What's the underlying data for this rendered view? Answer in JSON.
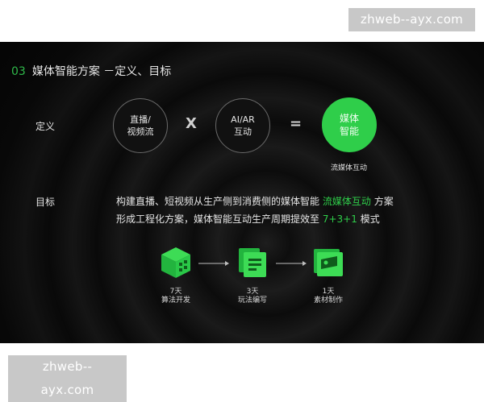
{
  "watermark": {
    "top": "zhweb--ayx.com",
    "bottom": "zhweb--ayx.com"
  },
  "slide": {
    "section_number": "03",
    "title": "媒体智能方案 －定义、目标",
    "definition_label": "定义",
    "formula": {
      "term1": "直播/\n视频流",
      "operator1": "X",
      "term2": "AI/AR\n互动",
      "operator2": "=",
      "result": "媒体\n智能",
      "result_caption": "流媒体互动"
    },
    "goal_label": "目标",
    "goal": {
      "line1_prefix": "构建直播、短视频从生产侧到消费侧的媒体智能",
      "line1_highlight": "流媒体互动",
      "line1_suffix": "方案",
      "line2_prefix": "形成工程化方案，媒体智能互动生产周期提效至",
      "line2_highlight": "7+3+1",
      "line2_suffix": "模式"
    },
    "steps": [
      {
        "days": "7天",
        "name": "算法开发",
        "icon": "cube-icon"
      },
      {
        "days": "3天",
        "name": "玩法编写",
        "icon": "document-icon"
      },
      {
        "days": "1天",
        "name": "素材制作",
        "icon": "media-card-icon"
      }
    ],
    "colors": {
      "accent": "#2fce4a",
      "background": "#0b0b0b",
      "text": "#e6e6e6"
    }
  }
}
